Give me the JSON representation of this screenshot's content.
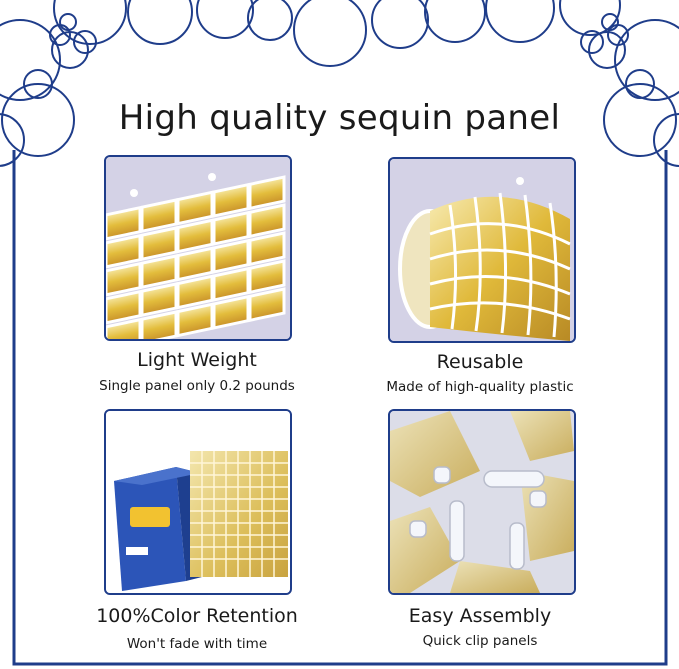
{
  "title": "High quality sequin panel",
  "colors": {
    "frame": "#1f3d8a",
    "card_background": "#d4d2e6",
    "gold": "#e6c44a",
    "box_blue": "#2c55b8"
  },
  "features": [
    {
      "title": "Light Weight",
      "subtitle": "Single panel only 0.2 pounds",
      "image": "flat-sequin-panel-grid"
    },
    {
      "title": "Reusable",
      "subtitle": "Made of high-quality plastic",
      "image": "rolled-sequin-panel"
    },
    {
      "title": "100%Color Retention",
      "subtitle": "Won't fade with time",
      "image": "boxed-sequin-wall-panel"
    },
    {
      "title": "Easy Assembly",
      "subtitle": "Quick clip panels",
      "image": "clip-closeup"
    }
  ]
}
